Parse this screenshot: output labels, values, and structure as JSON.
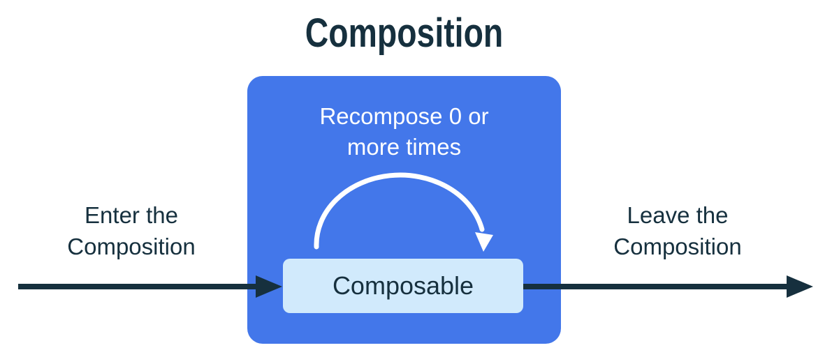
{
  "title": "Composition",
  "composition_box": {
    "recompose_label_line1": "Recompose 0 or",
    "recompose_label_line2": "more times",
    "composable_label": "Composable"
  },
  "enter_label": {
    "line1": "Enter the",
    "line2": "Composition"
  },
  "leave_label": {
    "line1": "Leave the",
    "line2": "Composition"
  },
  "icons": {
    "loop_arrow": "recompose-loop-arrow-icon",
    "enter_arrow": "enter-arrow-icon",
    "exit_arrow": "exit-arrow-icon"
  },
  "colors": {
    "primary_blue": "#4377EA",
    "light_blue": "#D1EAFC",
    "dark_navy": "#16303E",
    "arc_white": "#FFFFFF"
  }
}
